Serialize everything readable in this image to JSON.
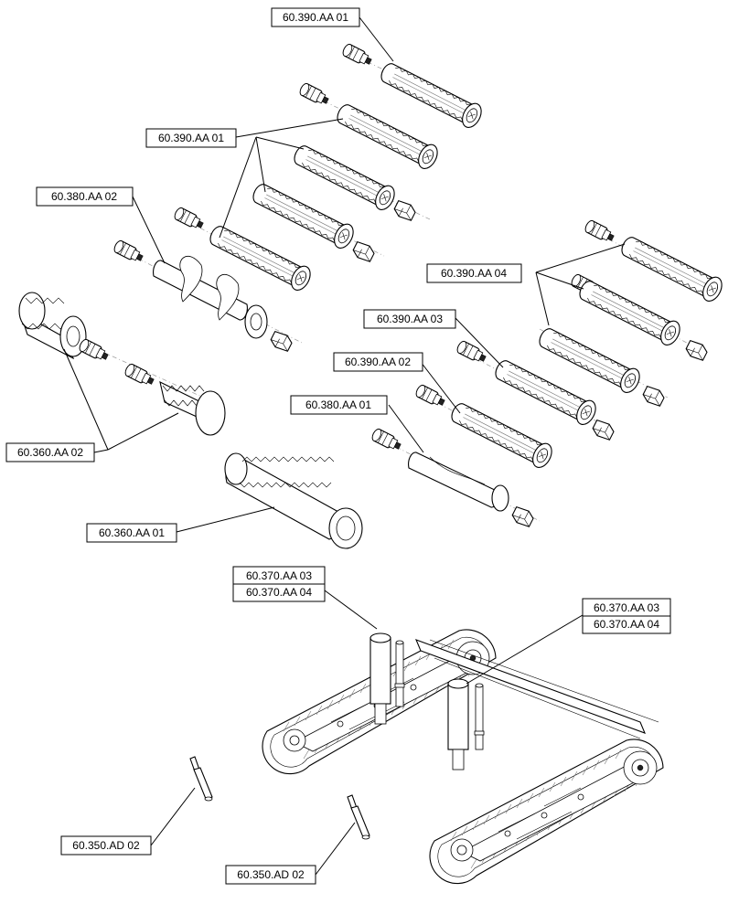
{
  "labels": {
    "l01": "60.390.AA 01",
    "l02": "60.390.AA 01",
    "l03": "60.380.AA 02",
    "l04": "60.390.AA 04",
    "l05": "60.390.AA 03",
    "l06": "60.390.AA 02",
    "l07": "60.380.AA 01",
    "l08": "60.360.AA 02",
    "l09": "60.360.AA 01",
    "l10a": "60.370.AA 03",
    "l10b": "60.370.AA 04",
    "l11a": "60.370.AA 03",
    "l11b": "60.370.AA 04",
    "l12": "60.350.AD 02",
    "l13": "60.350.AD 02"
  }
}
